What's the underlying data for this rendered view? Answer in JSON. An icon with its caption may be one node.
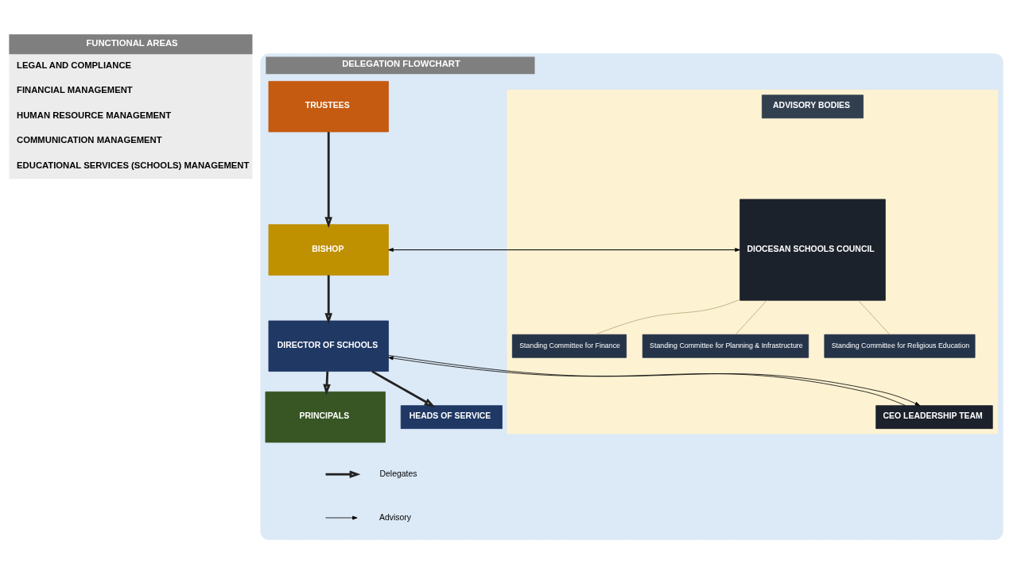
{
  "diagram": {
    "nodes": [
      {
        "text": [
          "FUNCTIONAL AREAS",
          "LEGAL AND COMPLIANCE",
          "FINANCIAL MANAGEMENT",
          "HUMAN RESOURCE MANAGEMENT",
          "COMMUNICATION MANAGEMENT",
          "EDUCATIONAL SERVICES (SCHOOLS) MANAGEMENT"
        ]
      },
      {
        "text": [
          "DELEGATION FLOWCHART"
        ]
      },
      {
        "text": [
          "TRUSTEES"
        ],
        "in": 1
      },
      {
        "text": [
          "BISHOP"
        ],
        "in": 1
      },
      {
        "text": [
          "DIRECTOR OF SCHOOLS"
        ],
        "in": 1
      },
      {
        "text": [
          "PRINCIPALS"
        ],
        "in": 1
      },
      {
        "text": [],
        "shape": "box",
        "in": 1
      },
      {
        "text": [
          "ADVISORY BODIES"
        ],
        "in": 6
      },
      {
        "text": [
          "DIOCESAN SCHOOLS COUNCIL"
        ],
        "in": 6
      },
      {
        "text": [
          "Standing Committee for Finance"
        ],
        "in": 6
      },
      {
        "text": [
          "Standing Committee for Planning & Infrastructure"
        ],
        "in": 6
      },
      {
        "text": [
          "Standing Committee for Religious Education"
        ],
        "in": 6
      },
      {
        "text": [
          "CEO LEADERSHIP TEAM"
        ],
        "in": 6
      },
      {
        "text": [
          "HEADS OF SERVICE"
        ],
        "in": 1
      }
    ],
    "edges": [
      {
        "from": 2,
        "to": 3,
        "arrow": "to",
        "style": "thick"
      },
      {
        "from": 3,
        "to": 8,
        "arrow": "to"
      },
      {
        "from": 8,
        "to": 3,
        "arrow": "to"
      },
      {
        "from": 8,
        "to": 9,
        "arrow": "none",
        "color": "#b7a57a"
      },
      {
        "from": 8,
        "to": 10,
        "arrow": "none",
        "color": "#b7a57a"
      },
      {
        "from": 8,
        "to": 11,
        "arrow": "none",
        "color": "#b7a57a"
      },
      {
        "from": 3,
        "to": 4,
        "arrow": "to",
        "style": "thick"
      },
      {
        "from": 4,
        "to": 12,
        "arrow": "to"
      },
      {
        "from": 12,
        "to": 4,
        "arrow": "to"
      },
      {
        "from": 4,
        "to": 13,
        "arrow": "to",
        "style": "thick"
      },
      {
        "from": 4,
        "to": 5,
        "arrow": "to",
        "style": "thick"
      }
    ],
    "legend": [
      {
        "text": "Delegates"
      },
      {
        "text": "Advisory"
      }
    ]
  }
}
